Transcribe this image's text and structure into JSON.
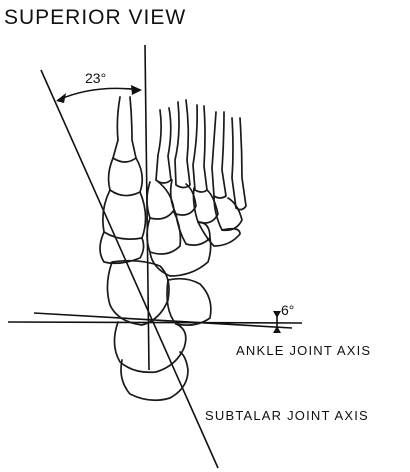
{
  "figure": {
    "title": "SUPERIOR VIEW",
    "angle_top": "23°",
    "angle_right": "6°",
    "label_ankle": "ANKLE JOINT AXIS",
    "label_subtalar": "SUBTALAR JOINT AXIS"
  }
}
